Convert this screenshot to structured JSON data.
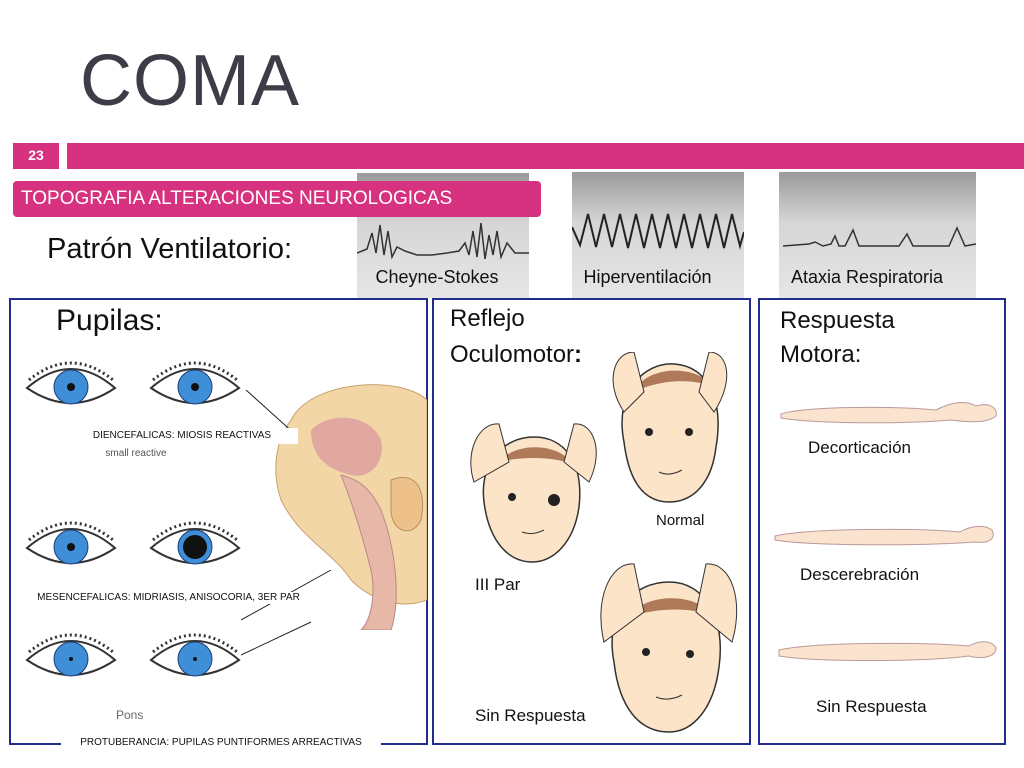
{
  "slide": {
    "title": "COMA",
    "number": "23",
    "section": "TOPOGRAFIA ALTERACIONES NEUROLOGICAS",
    "accent_color": "#d6327f",
    "panel_border_color": "#232b8c"
  },
  "ventilation": {
    "label": "Patrón Ventilatorio:",
    "patterns": [
      {
        "caption": "Cheyne-Stokes"
      },
      {
        "caption": "Hiperventilación"
      },
      {
        "caption": "Ataxia Respiratoria"
      }
    ]
  },
  "pupils": {
    "heading": "Pupilas:",
    "captions": {
      "diencephalic": "DIENCEFALICAS: MIOSIS REACTIVAS",
      "small_reactive": "small reactive",
      "mesencephalic": "MESENCEFALICAS: MIDRIASIS, ANISOCORIA, 3ER PAR",
      "pons": "Pons",
      "protuberance": "PROTUBERANCIA: PUPILAS PUNTIFORMES ARREACTIVAS"
    }
  },
  "oculomotor": {
    "heading_line1": "Reflejo",
    "heading_line2": "Oculomotor",
    "colon": ":",
    "captions": {
      "normal": "Normal",
      "third_nerve": "III Par",
      "no_response": "Sin Respuesta"
    }
  },
  "motor": {
    "heading_line1": "Respuesta",
    "heading_line2": "Motora:",
    "captions": [
      "Decorticación",
      "Descerebración",
      "Sin Respuesta"
    ]
  }
}
